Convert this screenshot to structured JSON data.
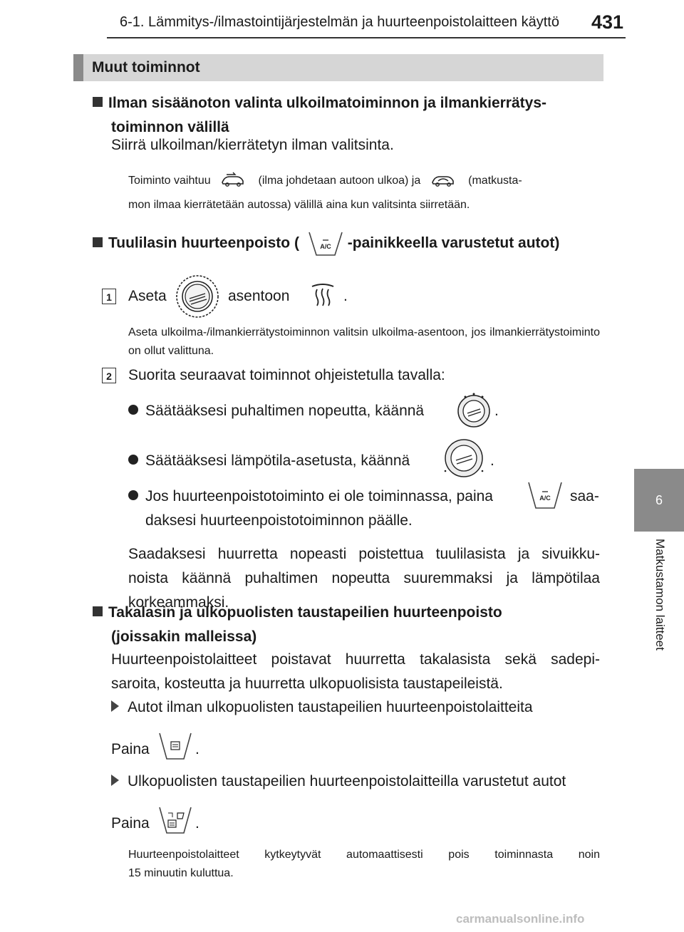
{
  "header": {
    "title": "6-1. Lämmitys-/ilmastointijärjestelmän ja huurteenpoistolaitteen käyttö",
    "page": "431"
  },
  "section": {
    "title": "Muut toiminnot"
  },
  "sidetab": {
    "number": "6",
    "label": "Matkustamon laitteet"
  },
  "intake": {
    "heading_1": "Ilman sisäänoton valinta ulkoilmatoiminnon ja ilmankierrätys-",
    "heading_2": "toiminnon välillä",
    "body": "Siirrä ulkoilman/kierrätetyn ilman valitsinta.",
    "note_a": "Toiminto vaihtuu",
    "note_b": "(ilma johdetaan autoon ulkoa) ja",
    "note_c": "(matkusta-",
    "note_d": "mon ilmaa kierrätetään autossa) välillä aina kun valitsinta siirretään."
  },
  "windshield": {
    "heading_a": "Tuulilasin huurteenpoisto (",
    "heading_b": "-painikkeella varustetut autot)",
    "step1_number": "1",
    "step1_a": "Aseta",
    "step1_b": "asentoon",
    "step1_c": ".",
    "step1_note": "Aseta ulkoilma-/ilmankierrätystoiminnon valitsin ulkoilma-asentoon, jos ilmankierrätystoiminto on ollut valittuna.",
    "step2_number": "2",
    "step2_text": "Suorita seuraavat toiminnot ohjeistetulla tavalla:",
    "bullet1": "Säätääksesi puhaltimen nopeutta, käännä",
    "bullet1_end": ".",
    "bullet2": "Säätääksesi lämpötila-asetusta, käännä",
    "bullet2_end": ".",
    "bullet3_a": "Jos huurteenpoistotoiminto ei ole toiminnassa, paina",
    "bullet3_b": "saa-",
    "bullet3_c": "daksesi huurteenpoistotoiminnon päälle.",
    "tip_1": "Saadaksesi huurretta nopeasti poistettua tuulilasista ja sivuikku-",
    "tip_2": "noista käännä puhaltimen nopeutta suuremmaksi ja lämpötilaa",
    "tip_3": "korkeammaksi.",
    "ac_label": "A/C"
  },
  "rear": {
    "heading_1": "Takalasin ja ulkopuolisten taustapeilien huurteenpoisto",
    "heading_2": "(joissakin malleissa)",
    "body_1": "Huurteenpoistolaitteet poistavat huurretta takalasista sekä sadepi-",
    "body_2": "saroita, kosteutta ja huurretta ulkopuolisista taustapeileistä.",
    "option1": "Autot ilman ulkopuolisten taustapeilien huurteenpoistolaitteita",
    "press1_a": "Paina",
    "press1_b": ".",
    "option2": "Ulkopuolisten taustapeilien huurteenpoistolaitteilla varustetut autot",
    "press2_a": "Paina",
    "press2_b": ".",
    "note_1": "Huurteenpoistolaitteet kytkeytyvät automaattisesti pois toiminnasta noin",
    "note_2": "15 minuutin kuluttua."
  },
  "footer": {
    "watermark": "carmanualsonline.info"
  }
}
